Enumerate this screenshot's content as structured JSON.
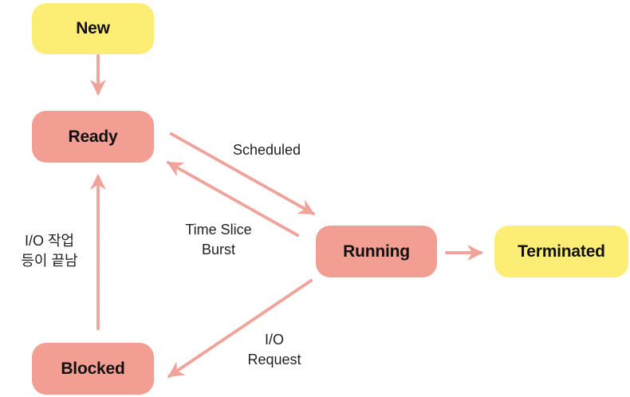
{
  "nodes": {
    "new": "New",
    "ready": "Ready",
    "running": "Running",
    "terminated": "Terminated",
    "blocked": "Blocked"
  },
  "edges": {
    "scheduled": "Scheduled",
    "time_slice": [
      "Time Slice",
      "Burst"
    ],
    "io_request": [
      "I/O",
      "Request"
    ],
    "io_done": [
      "I/O 작업",
      "등이 끝남"
    ]
  },
  "colors": {
    "yellow_node": "#fcee75",
    "salmon_node": "#f29e92",
    "arrow": "#f0a39a"
  }
}
